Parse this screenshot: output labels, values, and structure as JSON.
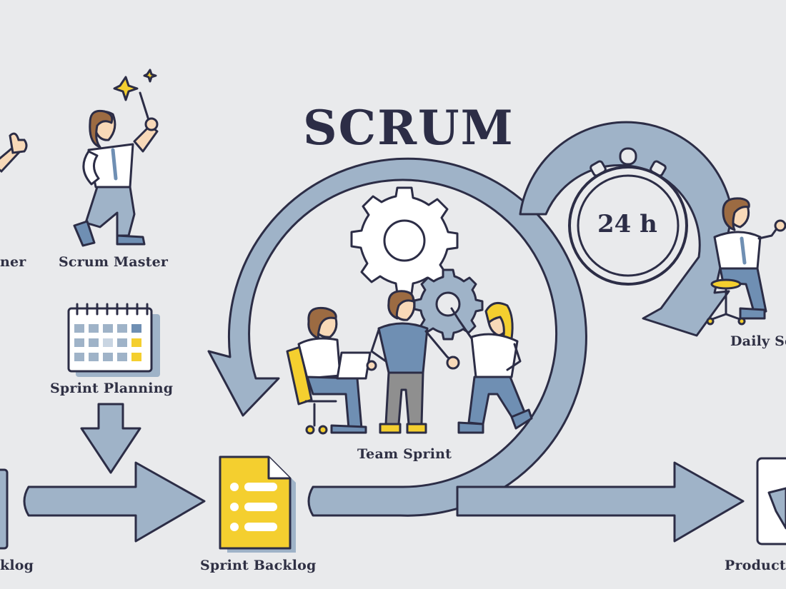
{
  "title": "SCRUM",
  "timer": {
    "text": "24 h"
  },
  "labels": {
    "product_owner": "ner",
    "scrum_master": "Scrum Master",
    "sprint_planning": "Sprint Planning",
    "team_sprint": "Team Sprint",
    "daily_scrum": "Daily Sc",
    "product_backlog": "klog",
    "sprint_backlog": "Sprint Backlog",
    "product_increment": "Product"
  },
  "colors": {
    "background": "#e9eaec",
    "arrow_fill": "#9fb3c8",
    "outline": "#2c2d46",
    "document_yellow": "#f4cf2f",
    "shirt_blue": "#6f8fb3",
    "hair_brown": "#9c6b42"
  }
}
